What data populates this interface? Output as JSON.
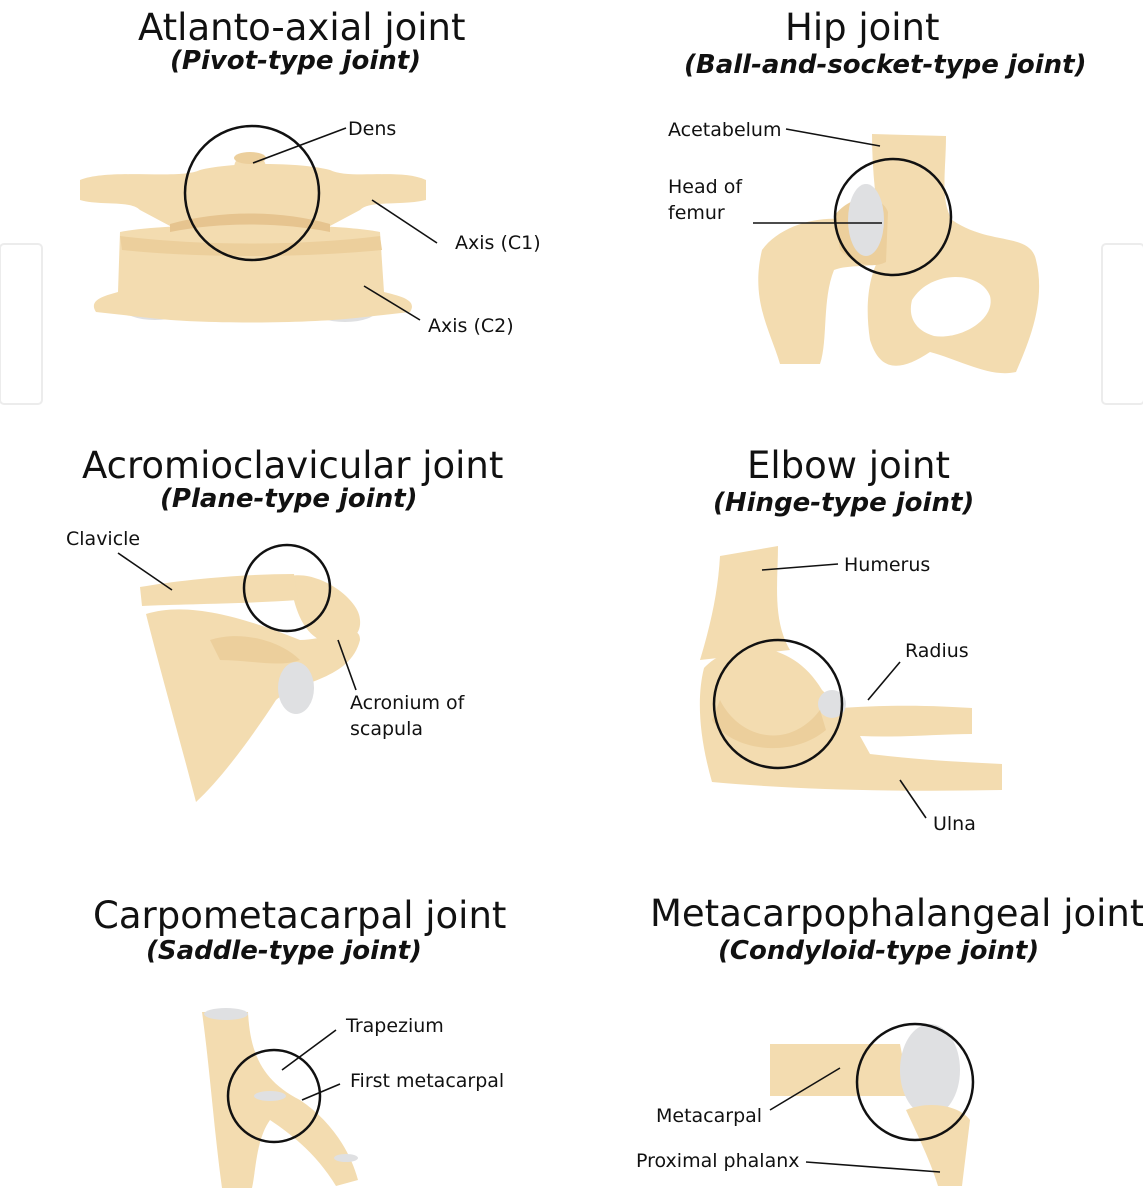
{
  "panels": [
    {
      "title": "Atlanto-axial joint",
      "subtitle": "(Pivot-type joint)",
      "labels": [
        "Dens",
        "Axis (C1)",
        "Axis (C2)"
      ]
    },
    {
      "title": "Hip joint",
      "subtitle": "(Ball-and-socket-type joint)",
      "labels": [
        "Acetabelum",
        "Head of",
        "femur"
      ]
    },
    {
      "title": "Acromioclavicular joint",
      "subtitle": "(Plane-type joint)",
      "labels": [
        "Clavicle",
        "Acronium of",
        "scapula"
      ]
    },
    {
      "title": "Elbow joint",
      "subtitle": "(Hinge-type joint)",
      "labels": [
        "Humerus",
        "Radius",
        "Ulna"
      ]
    },
    {
      "title": "Carpometacarpal joint",
      "subtitle": "(Saddle-type joint)",
      "labels": [
        "Trapezium",
        "First metacarpal"
      ]
    },
    {
      "title": "Metacarpophalangeal joint",
      "subtitle": "(Condyloid-type joint)",
      "labels": [
        "Metacarpal",
        "Proximal phalanx"
      ]
    }
  ],
  "colors": {
    "bone": "#f3dcb0",
    "cartilage": "#dfe0e2",
    "ink": "#111111"
  }
}
